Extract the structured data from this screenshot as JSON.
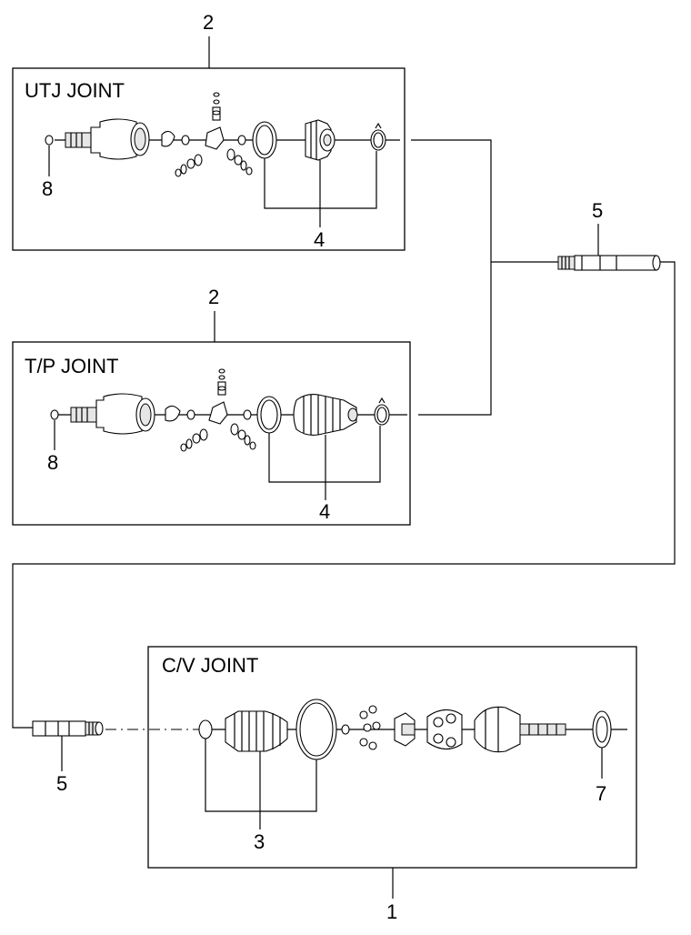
{
  "sections": {
    "utj": {
      "title": "UTJ JOINT",
      "callout_top": "2",
      "callout_left": "8",
      "callout_bottom": "4"
    },
    "tp": {
      "title": "T/P JOINT",
      "callout_top": "2",
      "callout_left": "8",
      "callout_bottom": "4"
    },
    "cv": {
      "title": "C/V JOINT",
      "callout_bottom": "3",
      "callout_right": "7",
      "callout_assembly": "1"
    }
  },
  "shaft": {
    "callout_upper": "5",
    "callout_lower": "5"
  }
}
